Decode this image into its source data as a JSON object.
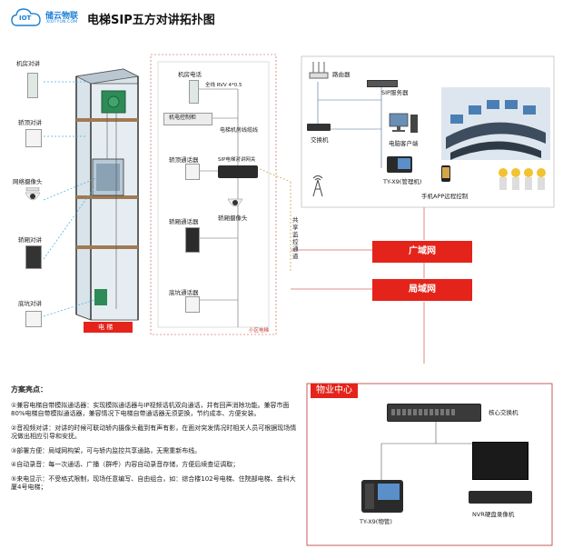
{
  "header": {
    "logo_icon": "IOT",
    "logo_name": "储云物联",
    "logo_domain": "XIOTYUN.COM",
    "title": "电梯SIP五方对讲拓扑图"
  },
  "elevator": {
    "left_labels": [
      "机房对讲",
      "轿顶对讲",
      "网络摄像头",
      "轿厢对讲",
      "底坑对讲"
    ],
    "shaft_caption": "电 梯"
  },
  "machine_room": {
    "phone_label": "机房电话",
    "cable_label": "全线 RVV 4*0.5",
    "controller_label": "机电控制柜",
    "trailing_cable_label": "电梯机房线缆线",
    "top_unit_label": "轿顶通话器",
    "switch_label": "SIP电梯对讲网关",
    "camera_label": "轿厢摄像头",
    "car_unit_label": "轿厢通话器",
    "pit_unit_label": "底坑通话器",
    "box_caption": "小区电梯"
  },
  "network": {
    "shared_label": "共享监控通道",
    "wan_label": "广域网",
    "lan_label": "局域网"
  },
  "center": {
    "router_label": "路由器",
    "sip_server_label": "SIP服务器",
    "switch_label": "交换机",
    "pc_label": "电脑客户端",
    "phone_label": "TY-X9(管理机)",
    "app_label": "手机APP远程控制"
  },
  "property": {
    "section_title": "物业中心",
    "core_switch_label": "核心交换机",
    "phone_label": "TY-X9(物管)",
    "nvr_label": "NVR硬盘录像机"
  },
  "notes": {
    "heading": "方案亮点：",
    "items": [
      "①兼容电梯自带模拟通话器：实现模拟通话器与IP视频话机双向通话，并有回声消除功能。兼容市面80%电梯自带模拟通话器，兼容情况下电梯自带通话器无须更换，节约成本、方便安装。",
      "②音视频对讲：对讲的时候可联动轿内摄像头截到有声有影，在面对突发情况时相关人员可根据现场情况做出相应引导和安抚。",
      "③部署方便：局域网构架，可与轿内监控共享通路，无需重新布线。",
      "④自动录音：每一次通话、广播（群呼）内容自动录音存储，方便后续查证调取；",
      "⑤来电显示：不受格式限制，现场任意编写、自由组合，如：综合楼102号电梯、住院部电梯、金科大厦4号电梯；"
    ]
  }
}
